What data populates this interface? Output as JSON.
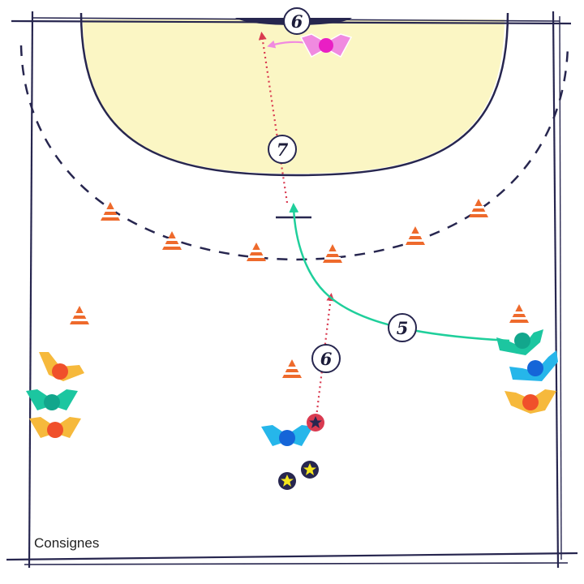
{
  "caption": "Consignes",
  "steps": {
    "goal_step": "6",
    "pass_step": "7",
    "run_step": "5",
    "dribble_step": "6"
  },
  "colors": {
    "court_line": "#27264f",
    "goal_area": "#fbf6c4",
    "cone": "#ee6a2c",
    "pass_arrow": "#d93a50",
    "run_arrow": "#1fcf9b",
    "goalkeeper": "#f08ae0",
    "player_yellow": "#f6b93c",
    "player_teal": "#1cc6a0",
    "player_blue": "#26b6ea",
    "ball": "#f4e61e"
  },
  "icons": {
    "cone": "cone-icon",
    "player": "player-icon",
    "ball": "ball-icon",
    "star": "star-icon"
  }
}
